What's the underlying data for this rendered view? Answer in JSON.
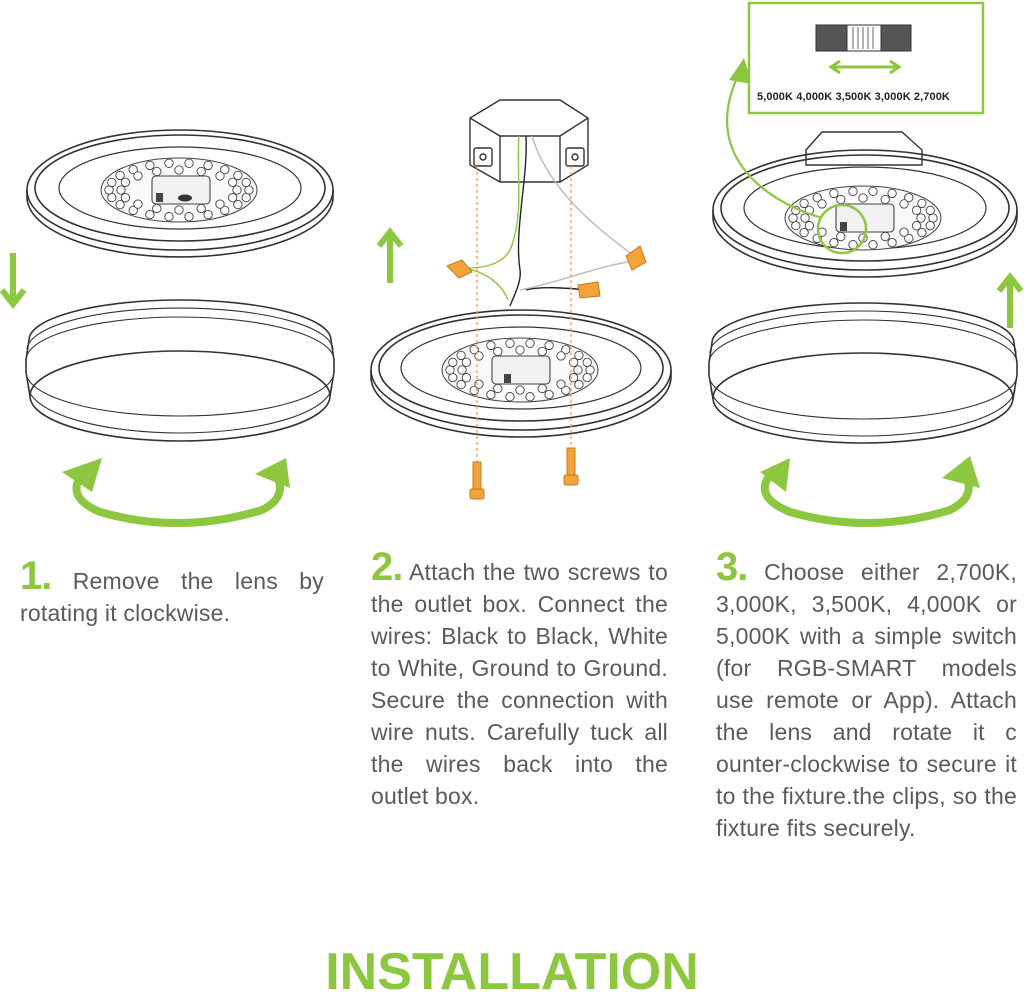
{
  "steps": [
    {
      "number": "1.",
      "text": "Remove the lens by rotating it clockwise."
    },
    {
      "number": "2.",
      "text": "Attach the two screws to the outlet box. Connect the wires: Black to Black, White to White, Ground to Ground. Secure the connection with wire nuts. Carefully tuck all the wires back into the outlet box."
    },
    {
      "number": "3.",
      "text": "Choose either 2,700K, 3,000K, 3,500K, 4,000K or 5,000K with a simple switch (for RGB-SMART models use remote or App). Attach the lens and rotate it c ounter-clockwise to secure it to the fixture.the clips, so the fixture fits securely."
    }
  ],
  "switch_callout": {
    "options_text": "5,000K  4,000K  3,500K  3,000K  2,700K"
  },
  "title": "INSTALLATION",
  "colors": {
    "accent": "#8dc63f",
    "wire_nut": "#f2a33a",
    "outline": "#3a3a3a",
    "body_text": "#5a5a5a"
  },
  "icons": [
    "arrow-down-icon",
    "arrow-up-icon",
    "rotate-clockwise-icon",
    "rotate-counter-clockwise-icon",
    "switch-icon"
  ]
}
